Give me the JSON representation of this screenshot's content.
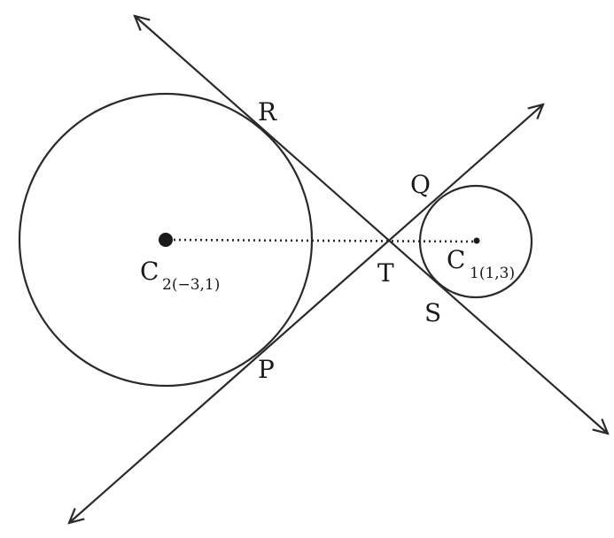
{
  "diagram": {
    "points": {
      "R": "R",
      "Q": "Q",
      "T": "T",
      "S": "S",
      "P": "P"
    },
    "centers": {
      "c2": {
        "letter": "C",
        "subscript": "2(−3,1)"
      },
      "c1": {
        "letter": "C",
        "subscript": "1(1,3)"
      }
    }
  },
  "colors": {
    "stroke": "#2a2a2a",
    "text": "#1a1a1a",
    "background": "#ffffff"
  }
}
